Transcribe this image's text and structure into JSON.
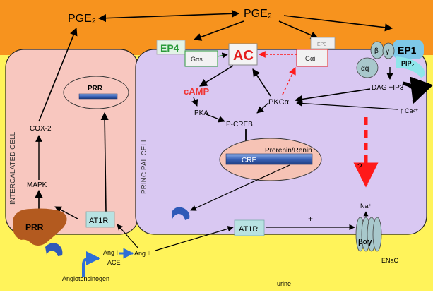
{
  "colors": {
    "top_band": "#f7931e",
    "bottom_band": "#fff35a",
    "intercalated_fill": "#f8c7bf",
    "principal_fill": "#d9c8f2",
    "nucleus_fill": "#f6c3b5",
    "pale_teal": "#b8e2e2",
    "ep1_blue": "#7ec8e8",
    "dashed_red": "#ff1a1a",
    "prr_brown": "#b35a1f",
    "bar_blue": "#3a63b8"
  },
  "labels": {
    "pge2_left": "PGE₂",
    "pge2_right": "PGE₂",
    "ep4": "EP4",
    "gas": "Gαs",
    "ac": "AC",
    "ep3": "EP3",
    "gai": "Gαi",
    "ep1": "EP1",
    "pip2": "PIP₂",
    "gaq": "αq",
    "beta": "β",
    "gamma": "γ",
    "dag_ip3": "DAG  +IP3",
    "camp": "cAMP",
    "pkca": "PKCα",
    "pka": "PKA",
    "pcreb": "P-CREB",
    "ca": "Ca²⁺",
    "prorenin_renin": "Prorenin/Renin",
    "cre": "CRE",
    "question": "?",
    "na": "Na⁺",
    "plus": "+",
    "enac": "ENaC",
    "enac_subunits": "βαγ",
    "at1r_left": "AT1R",
    "at1r_right": "AT1R",
    "prr_cell": "PRR",
    "prr_outer": "PRR",
    "mapk": "MAPK",
    "cox2": "COX-2",
    "angi": "Ang I",
    "angii": "Ang II",
    "ace": "ACE",
    "angiotensinogen": "Angiotensinogen",
    "urine": "urine",
    "intercalated_cell": "INTERCALATED CELL",
    "principal_cell": "PRINCIPAL CELL"
  }
}
